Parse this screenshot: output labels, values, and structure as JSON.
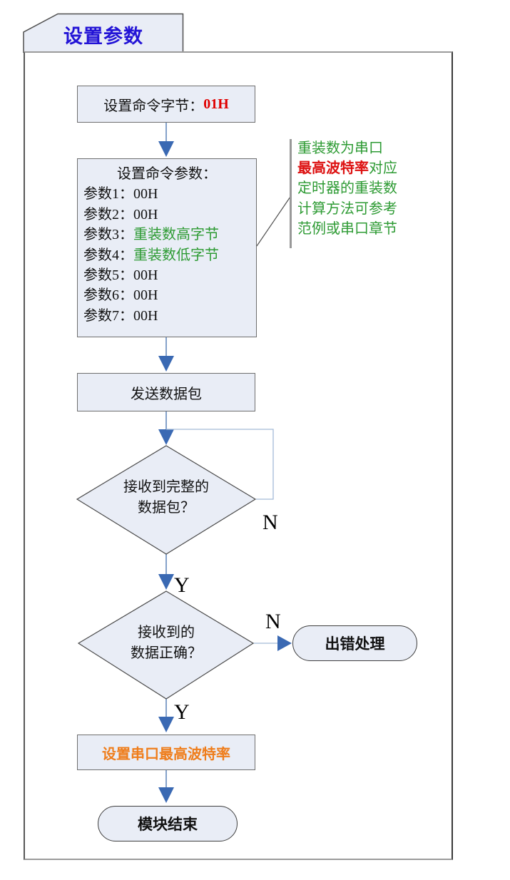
{
  "title_tab": {
    "label": "设置参数"
  },
  "colors": {
    "title_blue": "#2213d6",
    "cmd_value_red": "#e00000",
    "param_green": "#2e9b34",
    "note_green": "#2e9b34",
    "note_highlight_red": "#dd1111",
    "baud_orange": "#ef7d1b",
    "arrow_head_blue": "#3a69b3",
    "arrow_stem_blue": "#5b83b8",
    "loop_line_blue": "#a3bad8",
    "node_fill": "#e9edf6"
  },
  "flow": {
    "cmd_box": {
      "label": "设置命令字节：",
      "value": "01H"
    },
    "params_box": {
      "title": "设置命令参数：",
      "params": [
        {
          "label": "参数1：",
          "value": "00H"
        },
        {
          "label": "参数2：",
          "value": "00H"
        },
        {
          "label": "参数3：",
          "value": "重装数高字节"
        },
        {
          "label": "参数4：",
          "value": "重装数低字节"
        },
        {
          "label": "参数5：",
          "value": "00H"
        },
        {
          "label": "参数6：",
          "value": "00H"
        },
        {
          "label": "参数7：",
          "value": "00H"
        }
      ]
    },
    "send_box": {
      "label": "发送数据包"
    },
    "diamond_packet": {
      "line1": "接收到完整的",
      "line2": "数据包？"
    },
    "diamond_correct": {
      "line1": "接收到的",
      "line2": "数据正确？"
    },
    "error_node": {
      "label": "出错处理"
    },
    "set_baud_box": {
      "label": "设置串口最高波特率"
    },
    "end_node": {
      "label": "模块结束"
    },
    "branch_labels": {
      "no_loop": "N",
      "yes_packet": "Y",
      "no_correct": "N",
      "yes_correct": "Y"
    }
  },
  "note": {
    "line1": "重装数为串口",
    "line2_highlight": "最高波特率",
    "line2_rest": "对应",
    "line3": "定时器的重装数",
    "line4": "计算方法可参考",
    "line5": "范例或串口章节"
  }
}
